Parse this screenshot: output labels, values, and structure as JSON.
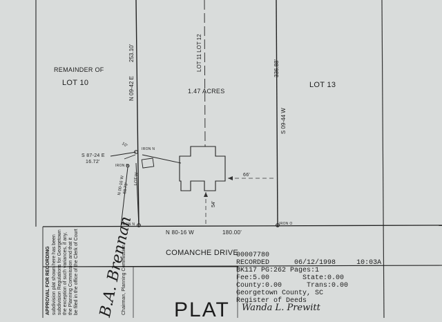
{
  "labels": {
    "remainder_of": "REMAINDER OF",
    "lot_10": "LOT 10",
    "lot_13": "LOT 13",
    "lot_11_12": "LOT 11 LOT 12",
    "acres": "1.47 ACRES",
    "lot_w": "LOT W",
    "comanche": "COMANCHE DRIVE",
    "plat": "PLAT"
  },
  "bearings": {
    "west_line": "N 09-42 E",
    "west_dist": "253.10'",
    "east_line": "S 09-44 W",
    "east_dist": "336.88'",
    "south_line": "N 80-16 W",
    "south_dist": "180.00'",
    "sw_bearing": "S 87-24 E",
    "sw_dist": "16.72'",
    "lot_w_bearing": "N 00-16 W",
    "lot_w_dist": "58.73'",
    "short_dim": "10'",
    "setback_east": "66'",
    "setback_south": "54'"
  },
  "pins": {
    "iron_n": "IRON N",
    "iron_o": "IRON O"
  },
  "record": {
    "number": "00007780",
    "recorded_label": "RECORDED",
    "recorded_date": "06/12/1998",
    "recorded_time": "10:03A",
    "book_page": "BK117 PG:262 Pages:1",
    "fee": "Fee:5.00",
    "state": "State:0.00",
    "county": "County:0.00",
    "trans": "Trans:0.00",
    "county_name": "Georgetown County, SC",
    "register": "Register of Deeds"
  },
  "approval": {
    "heading": "APPROVAL FOR RECORDING",
    "line1": "subdivision plat shown here has been",
    "line2": "subdivision Regulations for Georgetown",
    "line3": "the exception of such variances, if any,",
    "line4": "the Planning Commission and that it",
    "line5": "be filed in the office of the Clerk of Court",
    "role": "Chairman, Planning Commission",
    "signature": "B.A. Brennan"
  },
  "register_signature": "Wanda L. Prewitt"
}
